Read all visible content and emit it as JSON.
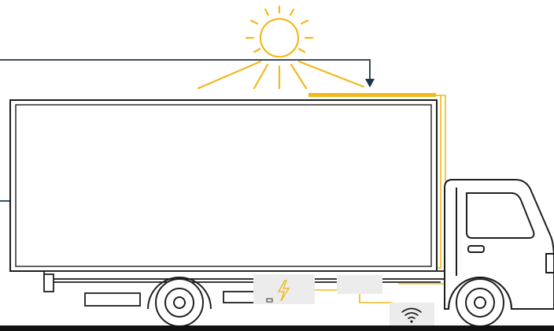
{
  "colors": {
    "background": "#ffffff",
    "outline": "#1e1e1e",
    "solar_yellow": "#f2b91c",
    "callout_navy": "#1b3447",
    "module_fill": "#ececec",
    "ground": "#111111"
  },
  "icons": {
    "sun": "sun-icon",
    "battery": "lightning-bolt-icon",
    "wifi": "wifi-icon"
  },
  "components": [
    {
      "id": "solar-panel",
      "icon": "solar-panel-icon"
    },
    {
      "id": "battery-module",
      "icon": "lightning-bolt-icon"
    },
    {
      "id": "controller-module",
      "icon": "control-box-icon"
    },
    {
      "id": "telematics-module",
      "icon": "wifi-icon"
    }
  ]
}
